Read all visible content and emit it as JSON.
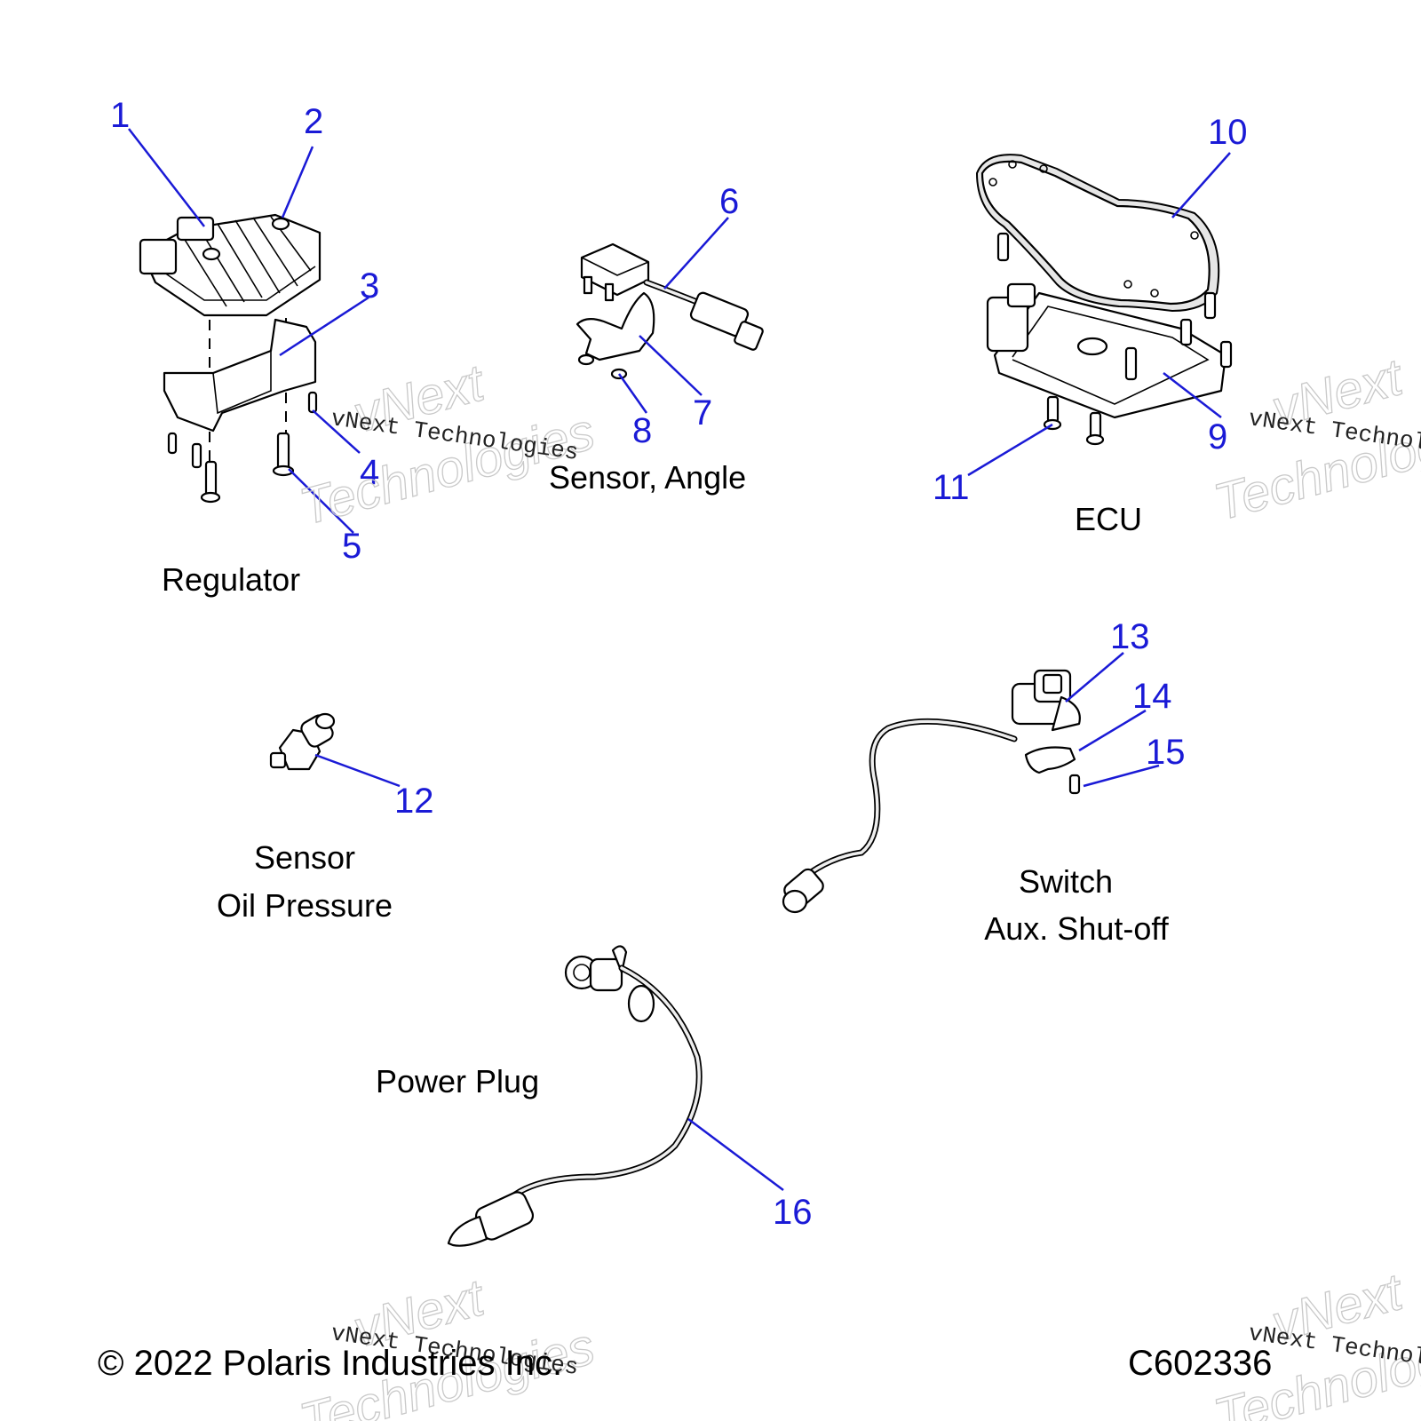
{
  "callouts": [
    "1",
    "2",
    "3",
    "4",
    "5",
    "6",
    "7",
    "8",
    "9",
    "10",
    "11",
    "12",
    "13",
    "14",
    "15",
    "16"
  ],
  "captions": {
    "regulator": "Regulator",
    "sensor_angle": "Sensor, Angle",
    "ecu": "ECU",
    "sensor_oil_line1": "Sensor",
    "sensor_oil_line2": "Oil Pressure",
    "switch_line1": "Switch",
    "switch_line2": "Aux. Shut-off",
    "power_plug": "Power Plug"
  },
  "footer": {
    "copyright": "© 2022 Polaris Industries Inc.",
    "drawing_id": "C602336"
  },
  "watermark": {
    "brand_line1": "vNext",
    "brand_line2": "Technologies",
    "mono_text": "vNext Technologies"
  },
  "colors": {
    "callout": "#1a1ad6",
    "line": "#000000",
    "watermark": "#c9c9c9"
  }
}
